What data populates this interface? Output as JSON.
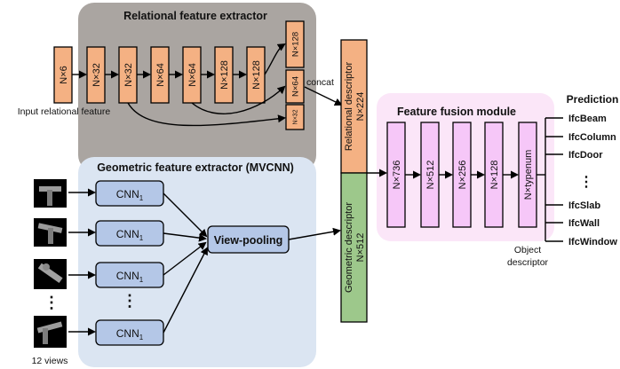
{
  "relational_extractor": {
    "title": "Relational feature extractor",
    "input_label": "Input relational feature",
    "layers": [
      "N×6",
      "N×32",
      "N×32",
      "N×64",
      "N×64",
      "N×128",
      "N×128"
    ],
    "concat_blocks": [
      "N×128",
      "N×64",
      "N×32"
    ],
    "concat_label": "concat"
  },
  "geometric_extractor": {
    "title": "Geometric feature extractor (MVCNN)",
    "cnn_label": "CNN",
    "cnn_subscript": "1",
    "ellipsis": "⋮",
    "view_pooling": "View-pooling",
    "views_label": "12 views"
  },
  "descriptors": {
    "relational": {
      "line1": "Relational descriptor",
      "line2": "N×224"
    },
    "geometric": {
      "line1": "Geometric descriptor",
      "line2": "N×512"
    }
  },
  "fusion_module": {
    "title": "Feature fusion module",
    "layers": [
      "N×736",
      "N×512",
      "N×256",
      "N×128"
    ],
    "object_layer": "N×typenum",
    "object_label_line1": "Object",
    "object_label_line2": "descriptor"
  },
  "prediction": {
    "title": "Prediction",
    "classes_top": [
      "IfcBeam",
      "IfcColumn",
      "IfcDoor"
    ],
    "ellipsis": "⋮",
    "classes_bottom": [
      "IfcSlab",
      "IfcWall",
      "IfcWindow"
    ]
  },
  "colors": {
    "relational_bg": "#aaa5a1",
    "geometric_bg": "#dbe5f2",
    "fusion_bg": "#fbe6f8",
    "layer_orange": "#f4b183",
    "cnn_blue": "#b4c7e7",
    "descriptor_green": "#9dc88b",
    "fusion_pink": "#f6c7f8"
  }
}
